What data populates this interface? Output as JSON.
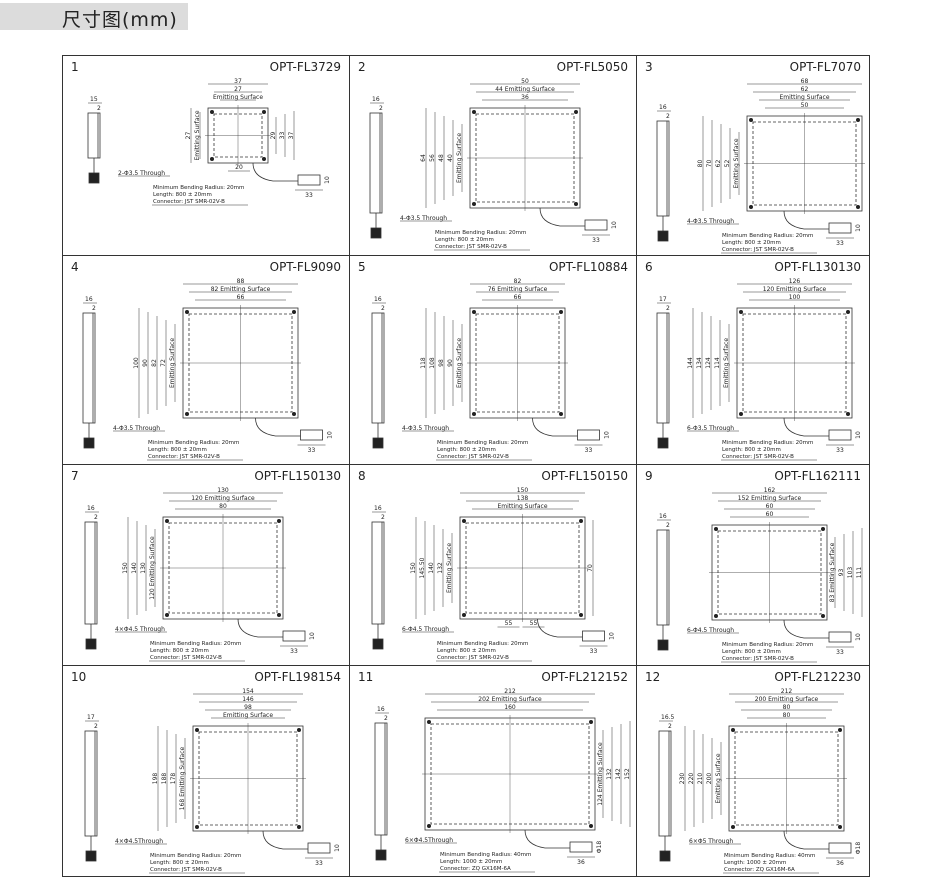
{
  "header": {
    "title": "尺寸图(mm)"
  },
  "cells": [
    {
      "num": "1",
      "model": "OPT-FL3729",
      "side": [
        "15",
        "2"
      ],
      "top": [
        "37",
        "27",
        "Emitting Surface"
      ],
      "left": [
        "27",
        "Emitting Surface"
      ],
      "right": [
        "29",
        "33",
        "37"
      ],
      "bottom": [
        "20"
      ],
      "hole": "2-Φ3.5 Through",
      "cable": [
        "33",
        "10"
      ],
      "notes": [
        "Minimum Bending Radius: 20mm",
        "Length: 800 ± 20mm",
        "Connector: JST SMR-02V-B"
      ]
    },
    {
      "num": "2",
      "model": "OPT-FL5050",
      "side": [
        "16",
        "2"
      ],
      "top": [
        "50",
        "44 Emitting Surface",
        "36"
      ],
      "left": [
        "64",
        "56",
        "48",
        "40",
        "Emitting Surface"
      ],
      "right": [],
      "bottom": [],
      "hole": "4-Φ3.5 Through",
      "cable": [
        "33",
        "10"
      ],
      "notes": [
        "Minimum Bending Radius: 20mm",
        "Length: 800 ± 20mm",
        "Connector: JST SMR-02V-B"
      ]
    },
    {
      "num": "3",
      "model": "OPT-FL7070",
      "side": [
        "16",
        "2"
      ],
      "top": [
        "68",
        "62",
        "Emitting Surface",
        "50"
      ],
      "left": [
        "80",
        "70",
        "62",
        "52",
        "Emitting Surface"
      ],
      "right": [],
      "bottom": [],
      "hole": "4-Φ3.5 Through",
      "cable": [
        "33",
        "10"
      ],
      "notes": [
        "Minimum Bending Radius: 20mm",
        "Length: 800 ± 20mm",
        "Connector: JST SMR-02V-B"
      ]
    },
    {
      "num": "4",
      "model": "OPT-FL9090",
      "side": [
        "16",
        "2"
      ],
      "top": [
        "88",
        "82 Emitting Surface",
        "66"
      ],
      "left": [
        "100",
        "90",
        "82",
        "72",
        "Emitting Surface"
      ],
      "right": [],
      "bottom": [],
      "hole": "4-Φ3.5 Through",
      "cable": [
        "33",
        "10"
      ],
      "notes": [
        "Minimum Bending Radius: 20mm",
        "Length: 800 ± 20mm",
        "Connector: JST SMR-02V-B"
      ]
    },
    {
      "num": "5",
      "model": "OPT-FL10884",
      "side": [
        "16",
        "2"
      ],
      "top": [
        "82",
        "76 Emitting Surface",
        "66"
      ],
      "left": [
        "118",
        "108",
        "98",
        "90",
        "Emitting Surface"
      ],
      "right": [],
      "bottom": [],
      "hole": "4-Φ3.5 Through",
      "cable": [
        "33",
        "10"
      ],
      "notes": [
        "Minimum Bending Radius: 20mm",
        "Length: 800 ± 20mm",
        "Connector: JST SMR-02V-B"
      ]
    },
    {
      "num": "6",
      "model": "OPT-FL130130",
      "side": [
        "17",
        "2"
      ],
      "top": [
        "126",
        "120 Emitting Surface",
        "100"
      ],
      "left": [
        "144",
        "134",
        "124",
        "114",
        "Emitting Surface"
      ],
      "right": [],
      "bottom": [],
      "hole": "6-Φ3.5 Through",
      "cable": [
        "33",
        "10"
      ],
      "notes": [
        "Minimum Bending Radius: 20mm",
        "Length: 800 ± 20mm",
        "Connector: JST SMR-02V-B"
      ]
    },
    {
      "num": "7",
      "model": "OPT-FL150130",
      "side": [
        "16",
        "2"
      ],
      "top": [
        "130",
        "120 Emitting Surface",
        "80"
      ],
      "left": [
        "150",
        "140",
        "130",
        "120 Emitting Surface"
      ],
      "right": [],
      "bottom": [],
      "hole": "4×Φ4.5 Through",
      "cable": [
        "33",
        "10"
      ],
      "notes": [
        "Minimum Bending Radius: 20mm",
        "Length: 800 ± 20mm",
        "Connector: JST SMR-02V-B"
      ]
    },
    {
      "num": "8",
      "model": "OPT-FL150150",
      "side": [
        "16",
        "2"
      ],
      "top": [
        "150",
        "138",
        "Emitting Surface"
      ],
      "left": [
        "150",
        "145.50",
        "140",
        "132",
        "Emitting Surface"
      ],
      "right": [
        "70"
      ],
      "bottom": [
        "55",
        "55"
      ],
      "hole": "6-Φ4.5 Through",
      "cable": [
        "33",
        "10"
      ],
      "notes": [
        "Minimum Bending Radius: 20mm",
        "Length: 800 ± 20mm",
        "Connector: JST SMR-02V-B"
      ]
    },
    {
      "num": "9",
      "model": "OPT-FL162111",
      "side": [
        "16",
        "2"
      ],
      "top": [
        "162",
        "152 Emitting Surface",
        "60",
        "60"
      ],
      "left": [],
      "right": [
        "83 Emitting Surface",
        "93",
        "103",
        "111"
      ],
      "bottom": [],
      "hole": "6-Φ4.5 Through",
      "cable": [
        "33",
        "10"
      ],
      "notes": [
        "Minimum Bending Radius: 20mm",
        "Length: 800 ± 20mm",
        "Connector: JST SMR-02V-B"
      ]
    },
    {
      "num": "10",
      "model": "OPT-FL198154",
      "side": [
        "17",
        "2"
      ],
      "top": [
        "154",
        "146",
        "98",
        "Emitting Surface"
      ],
      "left": [
        "198",
        "188",
        "178",
        "168 Emitting Surface"
      ],
      "right": [],
      "bottom": [],
      "hole": "4×Φ4.5Through",
      "cable": [
        "33",
        "10"
      ],
      "notes": [
        "Minimum Bending Radius: 20mm",
        "Length: 800 ± 20mm",
        "Connector: JST SMR-02V-B"
      ]
    },
    {
      "num": "11",
      "model": "OPT-FL212152",
      "side": [
        "16",
        "2"
      ],
      "top": [
        "212",
        "202 Emitting Surface",
        "160"
      ],
      "left": [],
      "right": [
        "124 Emitting Surface",
        "132",
        "142",
        "152"
      ],
      "bottom": [],
      "hole": "6×Φ4.5Through",
      "cable": [
        "36",
        "Φ18"
      ],
      "notes": [
        "Minimum Bending Radius: 40mm",
        "Length: 1000 ± 20mm",
        "Connector: ZQ GX16M-6A"
      ]
    },
    {
      "num": "12",
      "model": "OPT-FL212230",
      "side": [
        "16.5",
        "2"
      ],
      "top": [
        "212",
        "200 Emitting Surface",
        "80",
        "80"
      ],
      "left": [
        "230",
        "220",
        "210",
        "200",
        "Emitting Surface"
      ],
      "right": [],
      "bottom": [],
      "hole": "6×Φ5 Through",
      "cable": [
        "36",
        "Φ18"
      ],
      "notes": [
        "Minimum Bending Radius: 40mm",
        "Length: 1000 ± 20mm",
        "Connector: ZQ GX16M-6A"
      ]
    }
  ]
}
